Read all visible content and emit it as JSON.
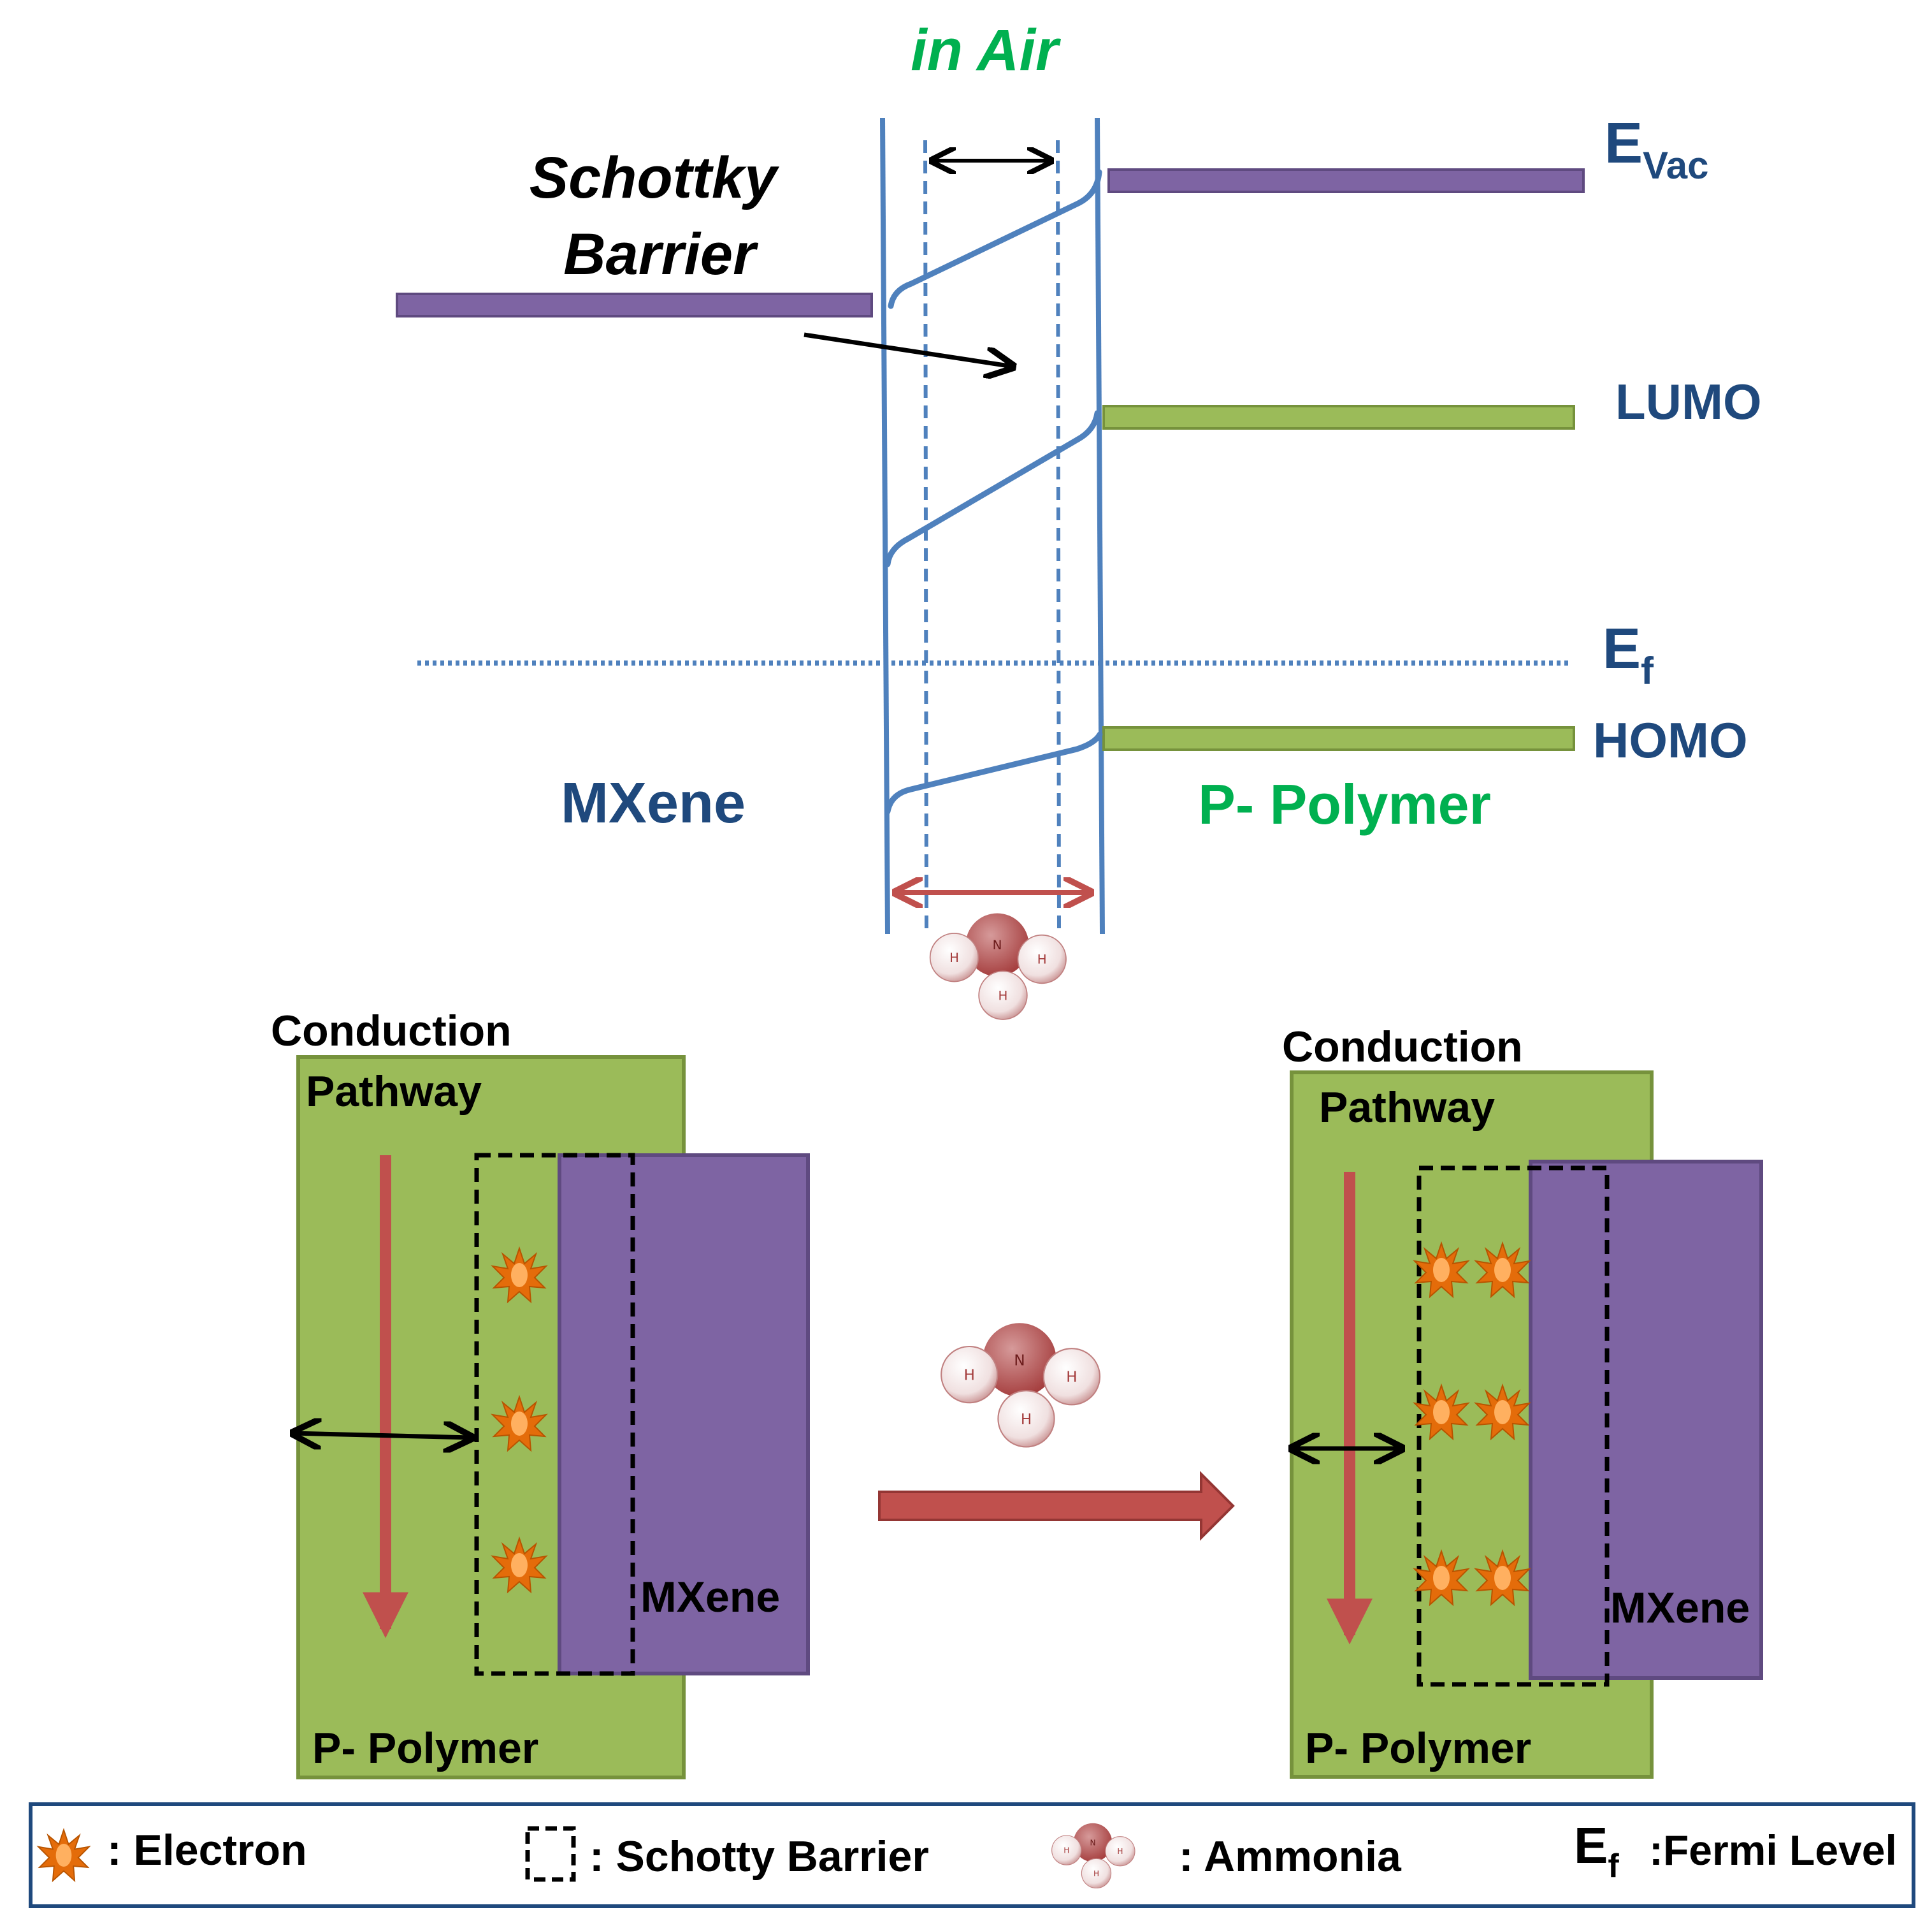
{
  "title": "in Air",
  "band_diagram": {
    "barrier_label_line1": "Schottky",
    "barrier_label_line2": "Barrier",
    "evac_main": "E",
    "evac_sub": "Vac",
    "lumo": "LUMO",
    "ef_main": "E",
    "ef_sub": "f",
    "homo": "HOMO",
    "left_material": "MXene",
    "right_material": "P- Polymer"
  },
  "panels": {
    "left": {
      "conduction": "Conduction",
      "pathway": "Pathway",
      "mxene": "MXene",
      "polymer": "P- Polymer",
      "electron_count": 3
    },
    "right": {
      "conduction": "Conduction",
      "pathway": "Pathway",
      "mxene": "MXene",
      "polymer": "P- Polymer",
      "electron_count": 6
    }
  },
  "legend": {
    "electron": ": Electron",
    "barrier": ": Schotty Barrier",
    "ammonia": ": Ammonia",
    "ef_main": "E",
    "ef_sub": "f",
    "fermi": ":Fermi Level"
  },
  "colors": {
    "purple": "#7e64a3",
    "green": "#9bbb59",
    "blue": "#4f81bd",
    "navy": "#1f497d",
    "title_green": "#00b050",
    "arrow_red": "#c0504d",
    "electron_orange": "#e46c0a",
    "ammonia_red": "#a33a3a"
  }
}
